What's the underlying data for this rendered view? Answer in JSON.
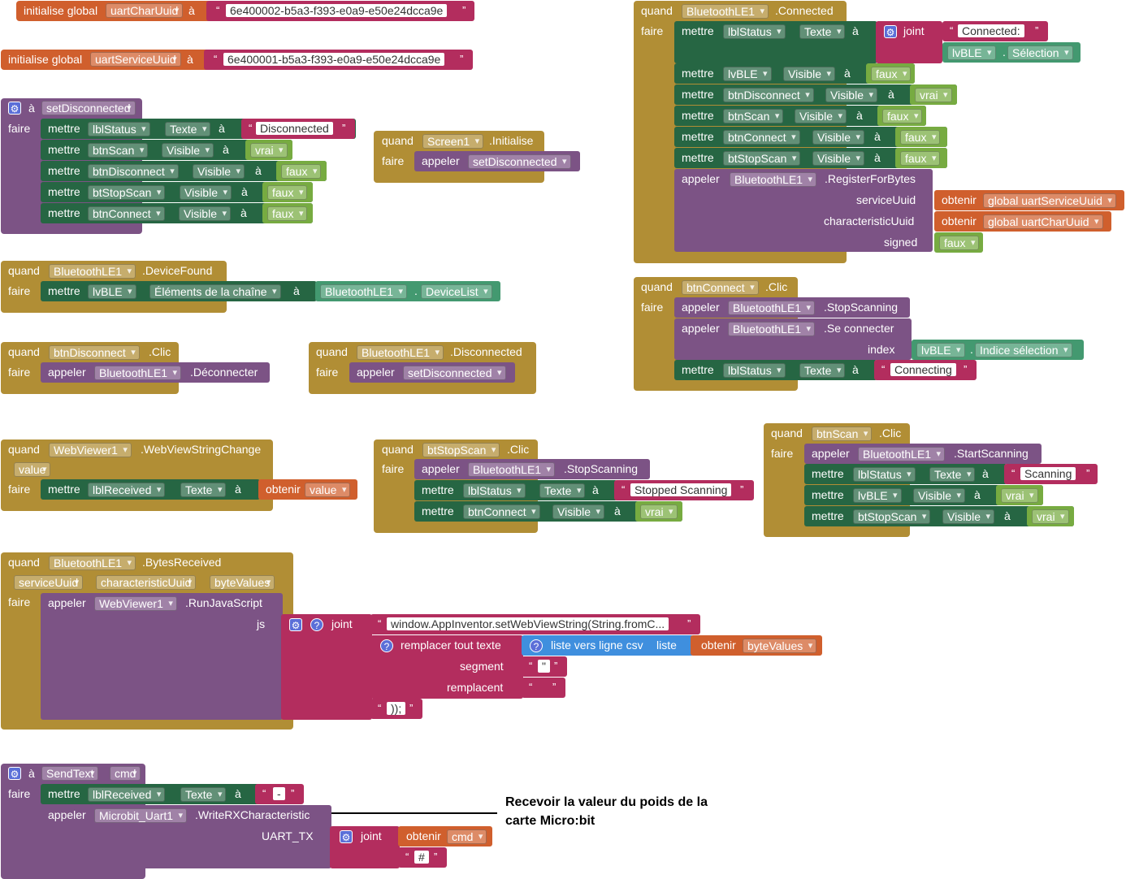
{
  "kw": {
    "initialize_global": "initialise global",
    "to": "à",
    "do": "faire",
    "when": "quand",
    "set": "mettre",
    "call": "appeler",
    "join": "joint",
    "get": "obtenir",
    "true": "vrai",
    "false": "faux",
    "text": "Texte",
    "visible": "Visible",
    "q_open": "“",
    "q_close": "”"
  },
  "globals": {
    "char_uuid_name": "uartCharUuid",
    "char_uuid_value": "6e400002-b5a3-f393-e0a9-e50e24dcca9e",
    "service_uuid_name": "uartServiceUuid",
    "service_uuid_value": "6e400001-b5a3-f393-e0a9-e50e24dcca9e"
  },
  "set_disconnected": {
    "proc_name": "setDisconnected",
    "disconnected_text": "Disconnected"
  },
  "components": {
    "lblStatus": "lblStatus",
    "btnScan": "btnScan",
    "btnDisconnect": "btnDisconnect",
    "btStopScan": "btStopScan",
    "btnConnect": "btnConnect",
    "lvBLE": "lvBLE",
    "BluetoothLE1": "BluetoothLE1",
    "Screen1": "Screen1",
    "WebViewer1": "WebViewer1",
    "lblReceived": "lblReceived",
    "Microbit_Uart1": "Microbit_Uart1"
  },
  "events": {
    "connected": ".Connected",
    "initialise": ".Initialise",
    "device_found": ".DeviceFound",
    "click": ".Clic",
    "disconnected": ".Disconnected",
    "webview_string_change": ".WebViewStringChange",
    "bytes_received": ".BytesReceived"
  },
  "props": {
    "elements_from_string": "Éléments de la chaîne",
    "device_list": "DeviceList",
    "selection": "Sélection",
    "selection_index": "Indice sélection"
  },
  "methods": {
    "register_for_bytes": ".RegisterForBytes",
    "disconnect": ".Déconnecter",
    "stop_scanning": ".StopScanning",
    "connect": ".Se connecter",
    "start_scanning": ".StartScanning",
    "run_javascript": ".RunJavaScript",
    "write_rx": ".WriteRXCharacteristic"
  },
  "args": {
    "service_uuid": "serviceUuid",
    "characteristic_uuid": "characteristicUuid",
    "signed": "signed",
    "index": "index",
    "js": "js",
    "uart_tx": "UART_TX",
    "segment": "segment",
    "replacement": "remplacent"
  },
  "getters": {
    "global_service": "global uartServiceUuid",
    "global_char": "global uartCharUuid",
    "value": "value",
    "byte_values": "byteValues",
    "cmd": "cmd"
  },
  "params": {
    "value": "value",
    "service_uuid": "serviceUuid",
    "characteristic_uuid": "characteristicUuid",
    "byte_values": "byteValues",
    "cmd": "cmd"
  },
  "strings": {
    "connected_prefix": "Connected: ",
    "connecting": "Connecting",
    "stopped_scanning": "Stopped Scanning",
    "scanning": "Scanning",
    "js_prefix": "window.AppInventor.setWebViewString(String.fromC...",
    "quote_char": "\"",
    "empty": " ",
    "js_suffix": "));",
    "dash": "-",
    "hash": "#"
  },
  "misc": {
    "replace_all": "remplacer tout texte",
    "list_to_csv": "liste vers ligne csv",
    "list": "liste"
  },
  "send_text": {
    "proc_name": "SendText"
  },
  "annotation": {
    "line1": "Recevoir la valeur du poids de la",
    "line2": "carte Micro:bit"
  }
}
